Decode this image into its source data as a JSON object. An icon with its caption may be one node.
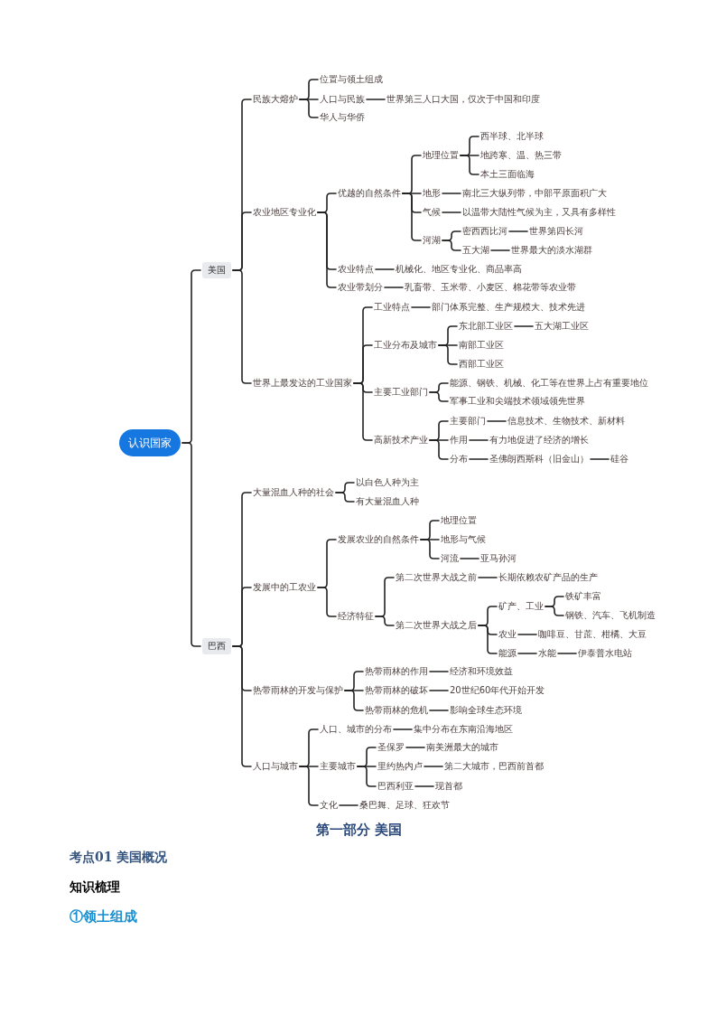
{
  "diagram": {
    "nodes": [
      {
        "text": [
          "认识国家"
        ]
      },
      {
        "text": [
          "美国"
        ]
      },
      {
        "text": [
          "民族大熔炉"
        ]
      },
      {
        "text": [
          "位置与领土组成"
        ]
      },
      {
        "text": [
          "人口与民族"
        ]
      },
      {
        "text": [
          "世界第三人口大国，仅次于中国和印度"
        ]
      },
      {
        "text": [
          "华人与华侨"
        ]
      },
      {
        "text": [
          "农业地区专业化"
        ]
      },
      {
        "text": [
          "优越的自然条件"
        ]
      },
      {
        "text": [
          "地理位置"
        ]
      },
      {
        "text": [
          "西半球、北半球"
        ]
      },
      {
        "text": [
          "地跨寒、温、热三带"
        ]
      },
      {
        "text": [
          "本土三面临海"
        ]
      },
      {
        "text": [
          "地形"
        ]
      },
      {
        "text": [
          "南北三大纵列带，中部平原面积广大"
        ]
      },
      {
        "text": [
          "气候"
        ]
      },
      {
        "text": [
          "以温带大陆性气候为主，又具有多样性"
        ]
      },
      {
        "text": [
          "河湖"
        ]
      },
      {
        "text": [
          "密西西比河"
        ]
      },
      {
        "text": [
          "世界第四长河"
        ]
      },
      {
        "text": [
          "五大湖"
        ]
      },
      {
        "text": [
          "世界最大的淡水湖群"
        ]
      },
      {
        "text": [
          "农业特点"
        ]
      },
      {
        "text": [
          "机械化、地区专业化、商品率高"
        ]
      },
      {
        "text": [
          "农业带划分"
        ]
      },
      {
        "text": [
          "乳畜带、玉米带、小麦区、棉花带等农业带"
        ]
      },
      {
        "text": [
          "世界上最发达的工业国家"
        ]
      },
      {
        "text": [
          "工业特点"
        ]
      },
      {
        "text": [
          "部门体系完整、生产规模大、技术先进"
        ]
      },
      {
        "text": [
          "工业分布及城市"
        ]
      },
      {
        "text": [
          "东北部工业区"
        ]
      },
      {
        "text": [
          "五大湖工业区"
        ]
      },
      {
        "text": [
          "南部工业区"
        ]
      },
      {
        "text": [
          "西部工业区"
        ]
      },
      {
        "text": [
          "主要工业部门"
        ]
      },
      {
        "text": [
          "能源、钢铁、机械、化工等在世界上占有重要地位"
        ]
      },
      {
        "text": [
          "军事工业和尖端技术领域领先世界"
        ]
      },
      {
        "text": [
          "高新技术产业"
        ]
      },
      {
        "text": [
          "主要部门"
        ]
      },
      {
        "text": [
          "信息技术、生物技术、新材料"
        ]
      },
      {
        "text": [
          "作用"
        ]
      },
      {
        "text": [
          "有力地促进了经济的增长"
        ]
      },
      {
        "text": [
          "分布"
        ]
      },
      {
        "text": [
          "圣佛朗西斯科（旧金山）"
        ]
      },
      {
        "text": [
          "硅谷"
        ]
      },
      {
        "text": [
          "巴西"
        ]
      },
      {
        "text": [
          "大量混血人种的社会"
        ]
      },
      {
        "text": [
          "以白色人种为主"
        ]
      },
      {
        "text": [
          "有大量混血人种"
        ]
      },
      {
        "text": [
          "发展中的工农业"
        ]
      },
      {
        "text": [
          "发展农业的自然条件"
        ]
      },
      {
        "text": [
          "地理位置"
        ]
      },
      {
        "text": [
          "地形与气候"
        ]
      },
      {
        "text": [
          "河流"
        ]
      },
      {
        "text": [
          "亚马孙河"
        ]
      },
      {
        "text": [
          "经济特征"
        ]
      },
      {
        "text": [
          "第二次世界大战之前"
        ]
      },
      {
        "text": [
          "长期依赖农矿产品的生产"
        ]
      },
      {
        "text": [
          "第二次世界大战之后"
        ]
      },
      {
        "text": [
          "矿产、工业"
        ]
      },
      {
        "text": [
          "铁矿丰富"
        ]
      },
      {
        "text": [
          "钢铁、汽车、飞机制造"
        ]
      },
      {
        "text": [
          "农业"
        ]
      },
      {
        "text": [
          "咖啡豆、甘蔗、柑橘、大豆"
        ]
      },
      {
        "text": [
          "能源"
        ]
      },
      {
        "text": [
          "水能"
        ]
      },
      {
        "text": [
          "伊泰普水电站"
        ]
      },
      {
        "text": [
          "热带雨林的开发与保护"
        ]
      },
      {
        "text": [
          "热带雨林的作用"
        ]
      },
      {
        "text": [
          "经济和环境效益"
        ]
      },
      {
        "text": [
          "热带雨林的破坏"
        ]
      },
      {
        "text": [
          "20世纪60年代开始开发"
        ]
      },
      {
        "text": [
          "热带雨林的危机"
        ]
      },
      {
        "text": [
          "影响全球生态环境"
        ]
      },
      {
        "text": [
          "人口与城市"
        ]
      },
      {
        "text": [
          "人口、城市的分布"
        ]
      },
      {
        "text": [
          "集中分布在东南沿海地区"
        ]
      },
      {
        "text": [
          "主要城市"
        ]
      },
      {
        "text": [
          "圣保罗"
        ]
      },
      {
        "text": [
          "南美洲最大的城市"
        ]
      },
      {
        "text": [
          "里约热内卢"
        ]
      },
      {
        "text": [
          "第二大城市，巴西前首都"
        ]
      },
      {
        "text": [
          "巴西利亚"
        ]
      },
      {
        "text": [
          "现首都"
        ]
      },
      {
        "text": [
          "文化"
        ]
      },
      {
        "text": [
          "桑巴舞、足球、狂欢节"
        ]
      }
    ],
    "edges": [
      {
        "from": 0,
        "to": 1,
        "arrow": "none"
      },
      {
        "from": 0,
        "to": 45,
        "arrow": "none"
      },
      {
        "from": 1,
        "to": 2,
        "arrow": "none"
      },
      {
        "from": 1,
        "to": 7,
        "arrow": "none"
      },
      {
        "from": 1,
        "to": 26,
        "arrow": "none"
      },
      {
        "from": 2,
        "to": 3,
        "arrow": "none"
      },
      {
        "from": 2,
        "to": 4,
        "arrow": "none"
      },
      {
        "from": 2,
        "to": 6,
        "arrow": "none"
      },
      {
        "from": 4,
        "to": 5,
        "arrow": "none"
      },
      {
        "from": 7,
        "to": 8,
        "arrow": "none"
      },
      {
        "from": 7,
        "to": 22,
        "arrow": "none"
      },
      {
        "from": 7,
        "to": 24,
        "arrow": "none"
      },
      {
        "from": 8,
        "to": 9,
        "arrow": "none"
      },
      {
        "from": 8,
        "to": 13,
        "arrow": "none"
      },
      {
        "from": 8,
        "to": 15,
        "arrow": "none"
      },
      {
        "from": 8,
        "to": 17,
        "arrow": "none"
      },
      {
        "from": 9,
        "to": 10,
        "arrow": "none"
      },
      {
        "from": 9,
        "to": 11,
        "arrow": "none"
      },
      {
        "from": 9,
        "to": 12,
        "arrow": "none"
      },
      {
        "from": 13,
        "to": 14,
        "arrow": "none"
      },
      {
        "from": 15,
        "to": 16,
        "arrow": "none"
      },
      {
        "from": 17,
        "to": 18,
        "arrow": "none"
      },
      {
        "from": 17,
        "to": 20,
        "arrow": "none"
      },
      {
        "from": 18,
        "to": 19,
        "arrow": "none"
      },
      {
        "from": 20,
        "to": 21,
        "arrow": "none"
      },
      {
        "from": 22,
        "to": 23,
        "arrow": "none"
      },
      {
        "from": 24,
        "to": 25,
        "arrow": "none"
      },
      {
        "from": 26,
        "to": 27,
        "arrow": "none"
      },
      {
        "from": 26,
        "to": 29,
        "arrow": "none"
      },
      {
        "from": 26,
        "to": 34,
        "arrow": "none"
      },
      {
        "from": 26,
        "to": 37,
        "arrow": "none"
      },
      {
        "from": 27,
        "to": 28,
        "arrow": "none"
      },
      {
        "from": 29,
        "to": 30,
        "arrow": "none"
      },
      {
        "from": 29,
        "to": 32,
        "arrow": "none"
      },
      {
        "from": 29,
        "to": 33,
        "arrow": "none"
      },
      {
        "from": 30,
        "to": 31,
        "arrow": "none"
      },
      {
        "from": 34,
        "to": 35,
        "arrow": "none"
      },
      {
        "from": 34,
        "to": 36,
        "arrow": "none"
      },
      {
        "from": 37,
        "to": 38,
        "arrow": "none"
      },
      {
        "from": 37,
        "to": 40,
        "arrow": "none"
      },
      {
        "from": 37,
        "to": 42,
        "arrow": "none"
      },
      {
        "from": 38,
        "to": 39,
        "arrow": "none"
      },
      {
        "from": 40,
        "to": 41,
        "arrow": "none"
      },
      {
        "from": 42,
        "to": 43,
        "arrow": "none"
      },
      {
        "from": 43,
        "to": 44,
        "arrow": "none"
      },
      {
        "from": 45,
        "to": 46,
        "arrow": "none"
      },
      {
        "from": 45,
        "to": 49,
        "arrow": "none"
      },
      {
        "from": 45,
        "to": 67,
        "arrow": "none"
      },
      {
        "from": 45,
        "to": 74,
        "arrow": "none"
      },
      {
        "from": 46,
        "to": 47,
        "arrow": "none"
      },
      {
        "from": 46,
        "to": 48,
        "arrow": "none"
      },
      {
        "from": 49,
        "to": 50,
        "arrow": "none"
      },
      {
        "from": 49,
        "to": 55,
        "arrow": "none"
      },
      {
        "from": 50,
        "to": 51,
        "arrow": "none"
      },
      {
        "from": 50,
        "to": 52,
        "arrow": "none"
      },
      {
        "from": 50,
        "to": 53,
        "arrow": "none"
      },
      {
        "from": 53,
        "to": 54,
        "arrow": "none"
      },
      {
        "from": 55,
        "to": 56,
        "arrow": "none"
      },
      {
        "from": 55,
        "to": 58,
        "arrow": "none"
      },
      {
        "from": 56,
        "to": 57,
        "arrow": "none"
      },
      {
        "from": 58,
        "to": 59,
        "arrow": "none"
      },
      {
        "from": 58,
        "to": 62,
        "arrow": "none"
      },
      {
        "from": 58,
        "to": 64,
        "arrow": "none"
      },
      {
        "from": 59,
        "to": 60,
        "arrow": "none"
      },
      {
        "from": 59,
        "to": 61,
        "arrow": "none"
      },
      {
        "from": 62,
        "to": 63,
        "arrow": "none"
      },
      {
        "from": 64,
        "to": 65,
        "arrow": "none"
      },
      {
        "from": 65,
        "to": 66,
        "arrow": "none"
      },
      {
        "from": 67,
        "to": 68,
        "arrow": "none"
      },
      {
        "from": 67,
        "to": 70,
        "arrow": "none"
      },
      {
        "from": 67,
        "to": 72,
        "arrow": "none"
      },
      {
        "from": 68,
        "to": 69,
        "arrow": "none"
      },
      {
        "from": 70,
        "to": 71,
        "arrow": "none"
      },
      {
        "from": 72,
        "to": 73,
        "arrow": "none"
      },
      {
        "from": 74,
        "to": 75,
        "arrow": "none"
      },
      {
        "from": 74,
        "to": 77,
        "arrow": "none"
      },
      {
        "from": 74,
        "to": 84,
        "arrow": "none"
      },
      {
        "from": 75,
        "to": 76,
        "arrow": "none"
      },
      {
        "from": 77,
        "to": 78,
        "arrow": "none"
      },
      {
        "from": 77,
        "to": 80,
        "arrow": "none"
      },
      {
        "from": 77,
        "to": 82,
        "arrow": "none"
      },
      {
        "from": 78,
        "to": 79,
        "arrow": "none"
      },
      {
        "from": 80,
        "to": 81,
        "arrow": "none"
      },
      {
        "from": 82,
        "to": 83,
        "arrow": "none"
      },
      {
        "from": 84,
        "to": 85,
        "arrow": "none"
      }
    ],
    "labels": [
      "第一部分 美国",
      "考点01 美国概况",
      "知识梳理",
      "①领土组成"
    ]
  }
}
